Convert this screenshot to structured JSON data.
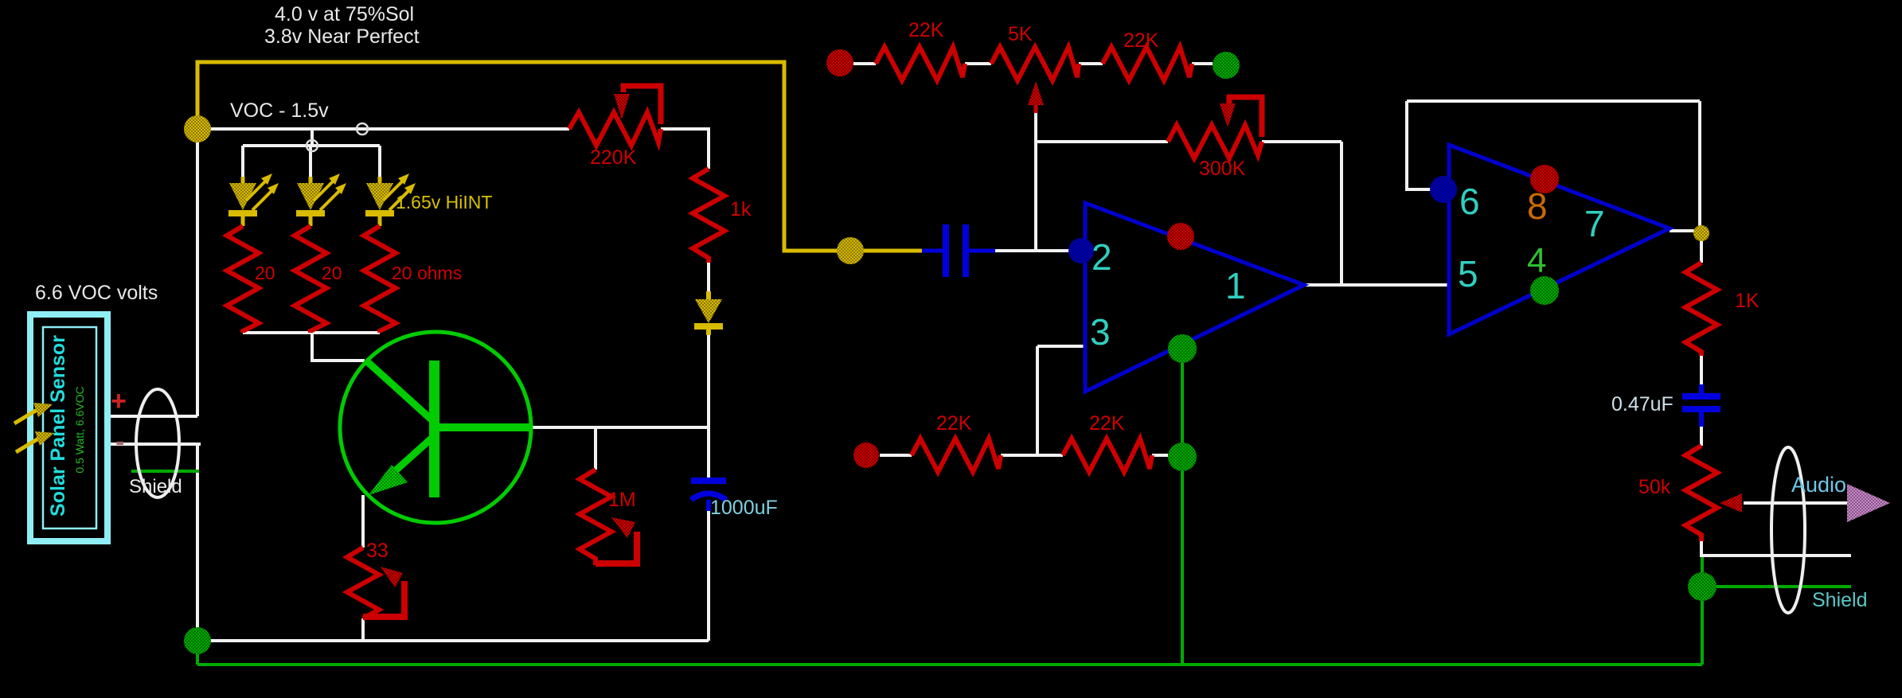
{
  "title": "Solar Panel Sensor audio circuit schematic",
  "labels": {
    "note1": "4.0 v at 75%Sol",
    "note2": "3.8v Near Perfect",
    "voc": "VOC - 1.5v",
    "hiint": "1.65v HiINT",
    "r20a": "20",
    "r20b": "20",
    "r20c": "20 ohms",
    "panel_volts": "6.6 VOC volts",
    "panel_name": "Solar Panel Sensor",
    "panel_spec": "0.5 Watt, 6.6VOC",
    "plus": "+",
    "minus": "-",
    "shield_left": "Shield",
    "r220k": "220K",
    "r1k": "1k",
    "r22k_a": "22K",
    "r5k": "5K",
    "r22k_b": "22K",
    "r300k": "300K",
    "pin1": "1",
    "pin2": "2",
    "pin3": "3",
    "pin4": "4",
    "pin5": "5",
    "pin6": "6",
    "pin7": "7",
    "pin8": "8",
    "r22k_c": "22K",
    "r22k_d": "22K",
    "r1m": "1M",
    "c1000": "1000uF",
    "r33": "33",
    "r1k_out": "1K",
    "c_out": "0.47uF",
    "r50k": "50k",
    "audio": "Audio",
    "shield_right": "Shield"
  },
  "colors": {
    "wire_white": "#f2f2f2",
    "wire_yellow": "#d9bb00",
    "wire_green": "#00aa00",
    "component_red": "#cc0000",
    "component_blue": "#0000dd",
    "opamp_blue": "#0000cc",
    "transistor_green": "#00cc00",
    "panel_cyan": "#8feef5",
    "audio_arrow": "#cc88cc",
    "background": "#000000"
  }
}
